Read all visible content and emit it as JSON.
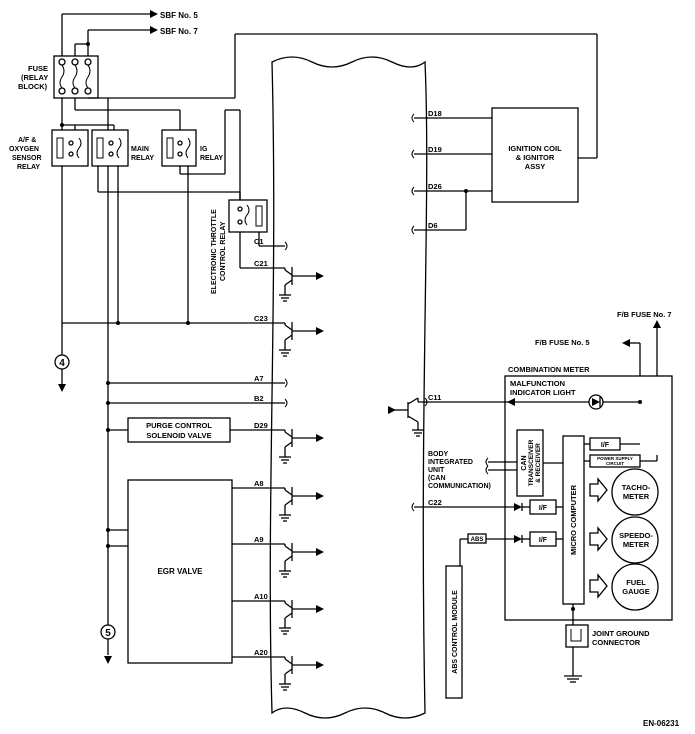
{
  "labels": {
    "sbf5": "SBF No. 5",
    "sbf7": "SBF No. 7",
    "fuse_l1": "FUSE",
    "fuse_l2": "(RELAY",
    "fuse_l3": "BLOCK)",
    "af_l1": "A/F &",
    "af_l2": "OXYGEN",
    "af_l3": "SENSOR",
    "af_l4": "RELAY",
    "main_l1": "MAIN",
    "main_l2": "RELAY",
    "ig_l1": "IG",
    "ig_l2": "RELAY",
    "etc_l1": "ELECTRONIC THROTTLE",
    "etc_l2": "CONTROL RELAY",
    "ign_l1": "IGNITION COIL",
    "ign_l2": "& IGNITOR",
    "ign_l3": "ASSY",
    "purge_l1": "PURGE CONTROL",
    "purge_l2": "SOLENOID VALVE",
    "egr": "EGR VALVE",
    "node4": "4",
    "node5": "5",
    "fb7": "F/B FUSE No. 7",
    "fb5": "F/B FUSE No. 5",
    "comb_meter": "COMBINATION METER",
    "mil_l1": "MALFUNCTION",
    "mil_l2": "INDICATOR LIGHT",
    "body_l1": "BODY",
    "body_l2": "INTEGRATED",
    "body_l3": "UNIT",
    "body_l4": "(CAN",
    "body_l5": "COMMUNICATION)",
    "can_l1": "CAN",
    "can_l2": "TRANSCEIVER",
    "can_l3": "& RECEIVER",
    "micro": "MICRO COMPUTER",
    "if1": "I/F",
    "if2": "I/F",
    "if3": "I/F",
    "psc_l1": "POWER SUPPLY",
    "psc_l2": "CIRCUIT",
    "tacho_l1": "TACHO-",
    "tacho_l2": "METER",
    "speedo_l1": "SPEEDO-",
    "speedo_l2": "METER",
    "fuel_l1": "FUEL",
    "fuel_l2": "GAUGE",
    "abs_tag": "ABS",
    "abs_module": "ABS CONTROL MODULE",
    "jg_l1": "JOINT GROUND",
    "jg_l2": "CONNECTOR",
    "code": "EN-06231"
  },
  "pins": {
    "d18": "D18",
    "d19": "D19",
    "d26": "D26",
    "d6": "D6",
    "c1": "C1",
    "c21": "C21",
    "c23": "C23",
    "a7": "A7",
    "b2": "B2",
    "d29": "D29",
    "a8": "A8",
    "a9": "A9",
    "a10": "A10",
    "a20": "A20",
    "c11": "C11",
    "c22": "C22"
  }
}
